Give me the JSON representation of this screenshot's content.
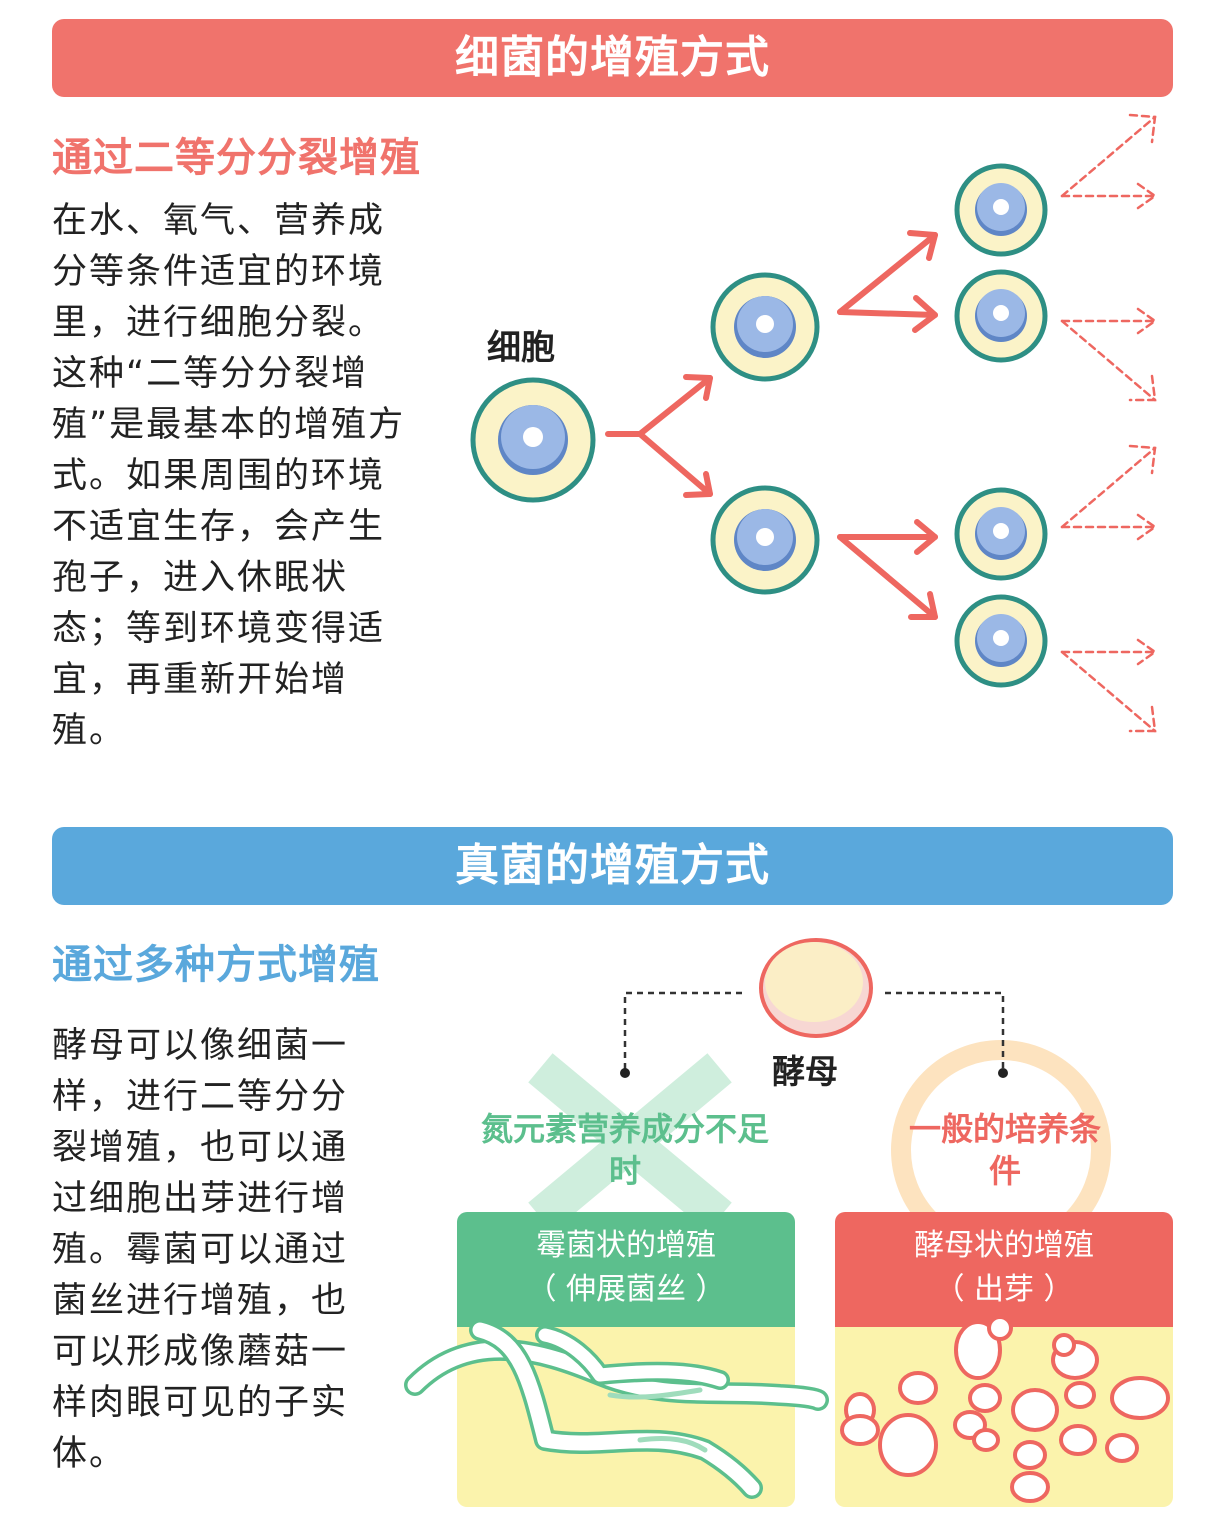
{
  "bacteria": {
    "banner": "细菌的增殖方式",
    "subtitle": "通过二等分分裂增殖",
    "paragraph": "在水、氧气、营养成分等条件适宜的环境里，进行细胞分裂。这种“二等分分裂增殖”是最基本的增殖方式。如果周围的环境不适宜生存，会产生孢子，进入休眠状态；等到环境变得适宜，再重新开始增殖。",
    "cell_label": "细胞"
  },
  "fungi": {
    "banner": "真菌的增殖方式",
    "subtitle": "通过多种方式增殖",
    "paragraph": "酵母可以像细菌一样，进行二等分分裂增殖，也可以通过细胞出芽进行增殖。霉菌可以通过菌丝进行增殖，也可以形成像蘑菇一样肉眼可见的子实体。",
    "yeast_label": "酵母",
    "condition_left": "氮元素营养成分不足时",
    "condition_right": "一般的培养条件",
    "box_left_line1": "霉菌状的增殖",
    "box_left_line2": "（ 伸展菌丝 ）",
    "box_right_line1": "酵母状的增殖",
    "box_right_line2": "（ 出芽 ）"
  },
  "colors": {
    "coral": "#f0736c",
    "blue": "#5aa8dc",
    "green": "#5cbf8d",
    "cell_ring": "#2e8f84",
    "cell_outer": "#fbf3c8",
    "cell_inner": "#8fb0e0",
    "box_yellow": "#fbf3ac"
  }
}
